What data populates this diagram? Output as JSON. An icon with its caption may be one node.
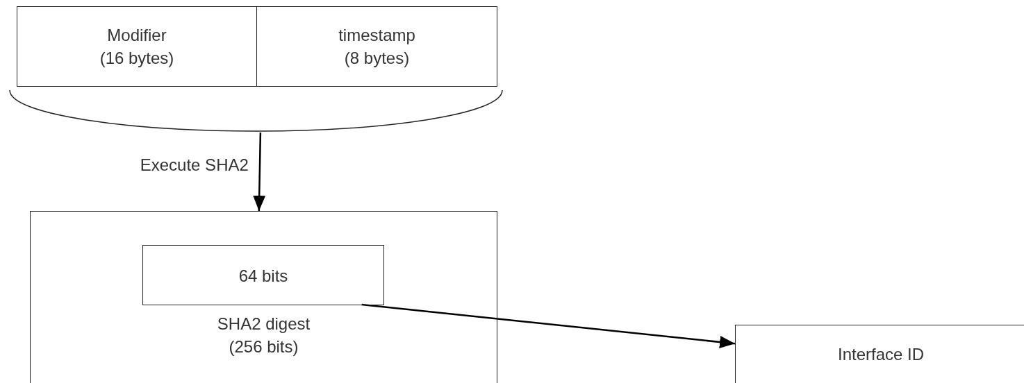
{
  "diagram": {
    "nodes": [
      {
        "text": [
          "Modifier (16 bytes)"
        ]
      },
      {
        "text": [
          "timestamp (8 bytes)"
        ]
      },
      {
        "text": [],
        "shape": "brace"
      },
      {
        "text": [
          "SHA2 digest (256 bits)"
        ]
      },
      {
        "text": [
          "64 bits"
        ],
        "in": 3
      },
      {
        "text": [
          "Interface ID"
        ]
      }
    ],
    "edges": [
      {
        "from": 2,
        "to": 3,
        "arrow": "to",
        "label": "Execute SHA2"
      },
      {
        "from": 4,
        "to": 5,
        "arrow": "to"
      }
    ]
  }
}
